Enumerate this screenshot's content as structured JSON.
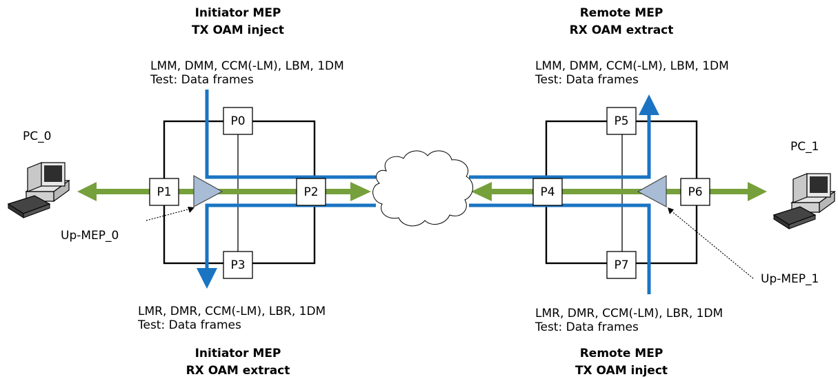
{
  "headings": {
    "initiator_tx": {
      "line1": "Initiator MEP",
      "line2": "TX OAM inject"
    },
    "remote_rx": {
      "line1": "Remote MEP",
      "line2": "RX OAM extract"
    },
    "initiator_rx": {
      "line1": "Initiator MEP",
      "line2": "RX OAM extract"
    },
    "remote_tx": {
      "line1": "Remote MEP",
      "line2": "TX OAM inject"
    }
  },
  "frames": {
    "initiator_tx": {
      "line1": "LMM, DMM, CCM(-LM), LBM, 1DM",
      "line2": "Test: Data frames"
    },
    "remote_rx": {
      "line1": "LMM, DMM, CCM(-LM), LBM, 1DM",
      "line2": "Test: Data frames"
    },
    "initiator_rx": {
      "line1": "LMR, DMR, CCM(-LM), LBR, 1DM",
      "line2": "Test: Data frames"
    },
    "remote_tx": {
      "line1": "LMR, DMR, CCM(-LM), LBR, 1DM",
      "line2": "Test: Data frames"
    }
  },
  "pcs": {
    "left": "PC_0",
    "right": "PC_1"
  },
  "meps": {
    "left": "Up-MEP_0",
    "right": "Up-MEP_1"
  },
  "ports": [
    "P0",
    "P1",
    "P2",
    "P3",
    "P4",
    "P5",
    "P6",
    "P7"
  ],
  "colors": {
    "data_flow": "#76a03c",
    "oam_flow": "#1a74c2",
    "mep": "#a9bcd6"
  }
}
